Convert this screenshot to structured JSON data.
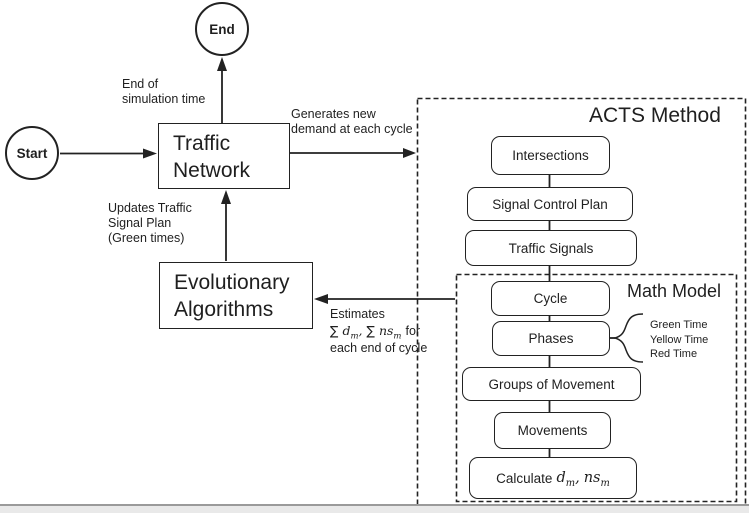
{
  "nodes": {
    "start": "Start",
    "end": "End",
    "traffic_network": {
      "line1": "Traffic",
      "line2": "Network"
    },
    "evolutionary_algorithms": {
      "line1": "Evolutionary",
      "line2": "Algorithms"
    }
  },
  "labels": {
    "end_of_simulation": {
      "line1": "End of",
      "line2": "simulation time"
    },
    "generates_demand": {
      "line1": "Generates new",
      "line2": "demand at each cycle"
    },
    "updates_signal_plan": {
      "line1": "Updates Traffic",
      "line2": "Signal Plan",
      "line3": "(Green times)"
    },
    "estimates": {
      "line1": "Estimates",
      "line2_suffix": "for",
      "line3": "each end of cycle"
    },
    "phase_times": {
      "line1": "Green Time",
      "line2": "Yellow Time",
      "line3": "Red Time"
    }
  },
  "acts_method": {
    "title": "ACTS Method",
    "boxes": [
      "Intersections",
      "Signal Control Plan",
      "Traffic Signals"
    ]
  },
  "math_model": {
    "title": "Math Model",
    "boxes": [
      "Cycle",
      "Phases",
      "Groups of Movement",
      "Movements"
    ],
    "calculate_prefix": "Calculate"
  },
  "math_symbols": {
    "sum": "∑",
    "d": "d",
    "ns": "ns",
    "sub_m": "m",
    "comma": ","
  },
  "colors": {
    "line": "#222222",
    "text": "#1f1f1f",
    "bottom_bar_line": "#9a9a9a",
    "bottom_bar_bg": "#e9e9e9",
    "background": "#ffffff"
  }
}
